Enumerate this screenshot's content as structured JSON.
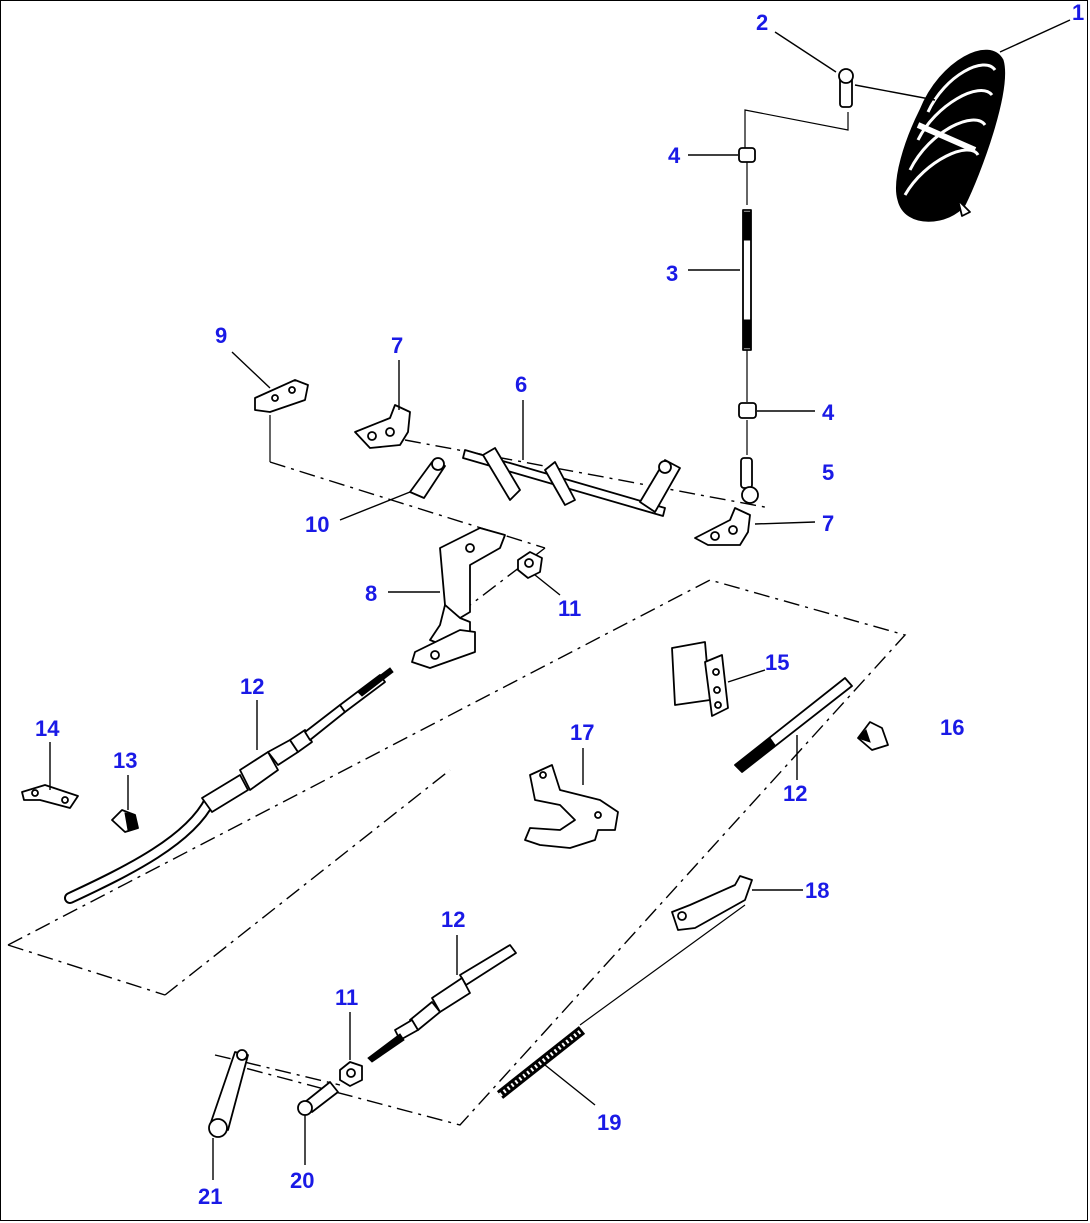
{
  "colors": {
    "callout": "#1a1ae6",
    "line": "#000000",
    "background": "#ffffff"
  },
  "callouts": {
    "c1": "1",
    "c2": "2",
    "c3": "3",
    "c4a": "4",
    "c4b": "4",
    "c5": "5",
    "c6": "6",
    "c7a": "7",
    "c7b": "7",
    "c8": "8",
    "c9": "9",
    "c10": "10",
    "c11a": "11",
    "c11b": "11",
    "c12a": "12",
    "c12b": "12",
    "c12c": "12",
    "c13": "13",
    "c14": "14",
    "c15": "15",
    "c16": "16",
    "c17": "17",
    "c18": "18",
    "c19": "19",
    "c20": "20",
    "c21": "21"
  }
}
